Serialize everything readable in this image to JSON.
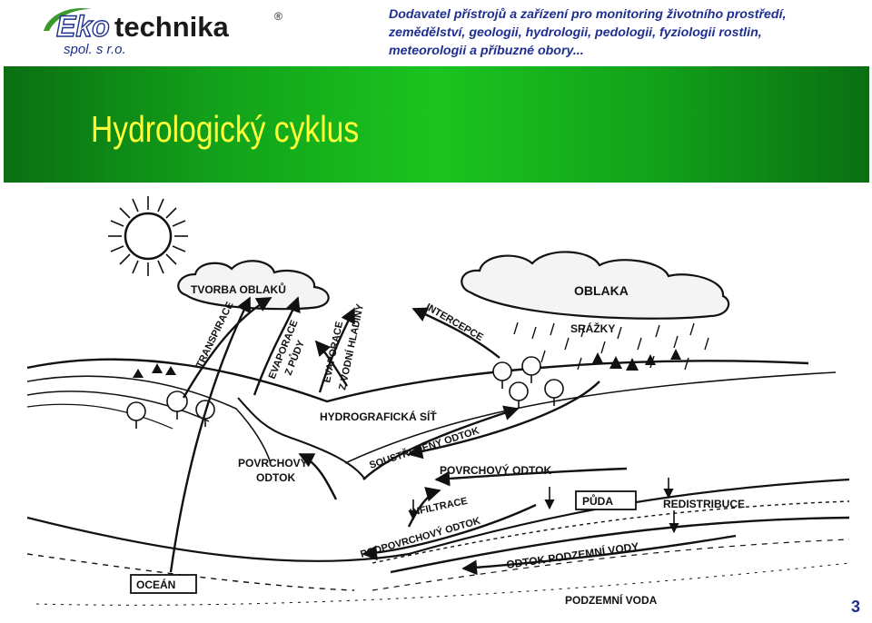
{
  "header": {
    "logo_main": "Ekotechnika",
    "logo_eko": "Eko",
    "logo_tech": "technika",
    "logo_registered": "®",
    "logo_sub": "spol. s r.o.",
    "tagline_lines": [
      "Dodavatel přístrojů a zařízení pro monitoring životního prostředí,",
      "zemědělství, geologii, hydrologii, pedologii, fyziologii rostlin,",
      "meteorologii a příbuzné obory..."
    ]
  },
  "slide": {
    "title": "Hydrologický cyklus",
    "page_number": "3"
  },
  "diagram": {
    "labels": {
      "tvorba_oblaku": "TVORBA OBLAKŮ",
      "oblaka": "OBLAKA",
      "srazky": "SRÁŽKY",
      "transpirace": "TRANSPIRACE",
      "evaporace_z_pudy_1": "EVAPORACE",
      "evaporace_z_pudy_2": "Z PŮDY",
      "evaporace_z_hladiny_1": "EVAPORACE",
      "evaporace_z_hladiny_2": "Z VODNÍ HLADINY",
      "intercepce": "INTERCEPCE",
      "hydrograficka_sit": "HYDROGRAFICKÁ SÍŤ",
      "soustredeny_odtok": "SOUSTŘEDĚNÝ ODTOK",
      "povrchovy_odtok_left_1": "POVRCHOVÝ",
      "povrchovy_odtok_left_2": "ODTOK",
      "povrchovy_odtok_right": "POVRCHOVÝ ODTOK",
      "infiltrace": "INFILTRACE",
      "puda": "PŮDA",
      "redistribuce": "REDISTRIBUCE",
      "podpovrchovy_odtok": "PODPOVRCHOVÝ ODTOK",
      "odtok_podzemni_vody": "ODTOK PODZEMNÍ VODY",
      "podzemni_voda": "PODZEMNÍ VODA",
      "ocean": "OCEÁN"
    },
    "icons": [
      "sun-icon",
      "cloud-icon",
      "rain-icon",
      "tree-icon"
    ]
  },
  "colors": {
    "tagline": "#1f2f8f",
    "title": "#ffff3a",
    "banner": "#1bc41f",
    "logo_green": "#3a9a2a"
  }
}
